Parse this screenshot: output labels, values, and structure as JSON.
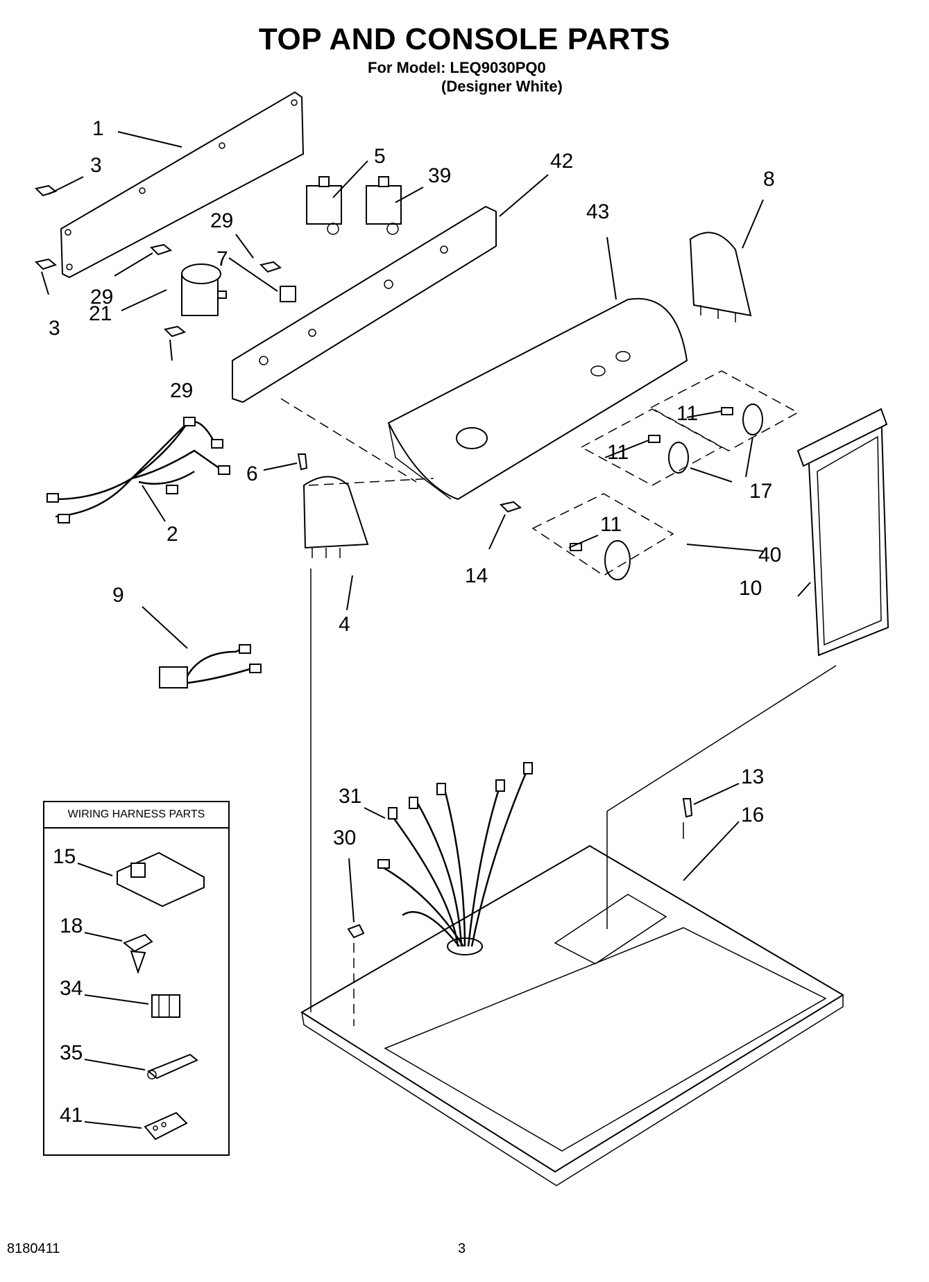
{
  "header": {
    "title": "TOP AND CONSOLE PARTS",
    "model_line": "For Model: LEQ9030PQ0",
    "variant": "(Designer White)"
  },
  "callouts": [
    "1",
    "3",
    "3",
    "29",
    "29",
    "29",
    "7",
    "21",
    "2",
    "5",
    "39",
    "42",
    "43",
    "8",
    "6",
    "4",
    "9",
    "11",
    "11",
    "11",
    "17",
    "40",
    "14",
    "10",
    "31",
    "30",
    "13",
    "16"
  ],
  "wiring_box": {
    "title": "WIRING HARNESS PARTS",
    "callouts": [
      "15",
      "18",
      "34",
      "35",
      "41"
    ]
  },
  "footer": {
    "doc_number": "8180411",
    "page": "3"
  }
}
